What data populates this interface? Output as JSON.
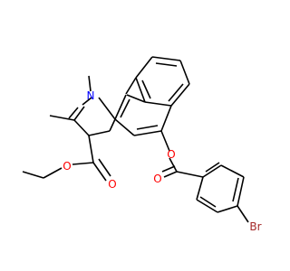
{
  "atoms": {
    "n": {
      "text": "N",
      "color": "#0000FF"
    },
    "o_ester_carbonyl": {
      "text": "O",
      "color": "#FF0000"
    },
    "o_ester_alkoxy": {
      "text": "O",
      "color": "#FF0000"
    },
    "o_aryl_ester": {
      "text": "O",
      "color": "#FF0000"
    },
    "o_benzoate_carbonyl": {
      "text": "O",
      "color": "#FF0000"
    },
    "br": {
      "text": "Br",
      "color": "#A52A2A"
    }
  },
  "colors": {
    "bond": "#000000",
    "background": "#FFFFFF"
  }
}
